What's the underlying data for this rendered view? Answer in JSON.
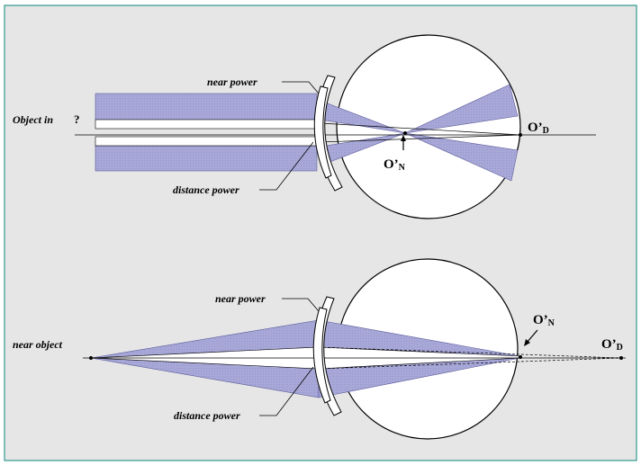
{
  "colors": {
    "background": "#e6e6e6",
    "frame": "#2f9a8e",
    "beam_fill": "#a8a8d8",
    "beam_stroke": "#5a5a9a",
    "lens_fill": "#ffffff"
  },
  "top_diagram": {
    "object_label": "Object in",
    "object_suffix": "?",
    "near_power_label": "near power",
    "distance_power_label": "distance power",
    "image_distance": {
      "main": "O’",
      "sub": "D"
    },
    "image_near": {
      "main": "O’",
      "sub": "N"
    }
  },
  "bottom_diagram": {
    "object_label": "near object",
    "near_power_label": "near power",
    "distance_power_label": "distance power",
    "image_distance": {
      "main": "O’",
      "sub": "D"
    },
    "image_near": {
      "main": "O’",
      "sub": "N"
    }
  }
}
